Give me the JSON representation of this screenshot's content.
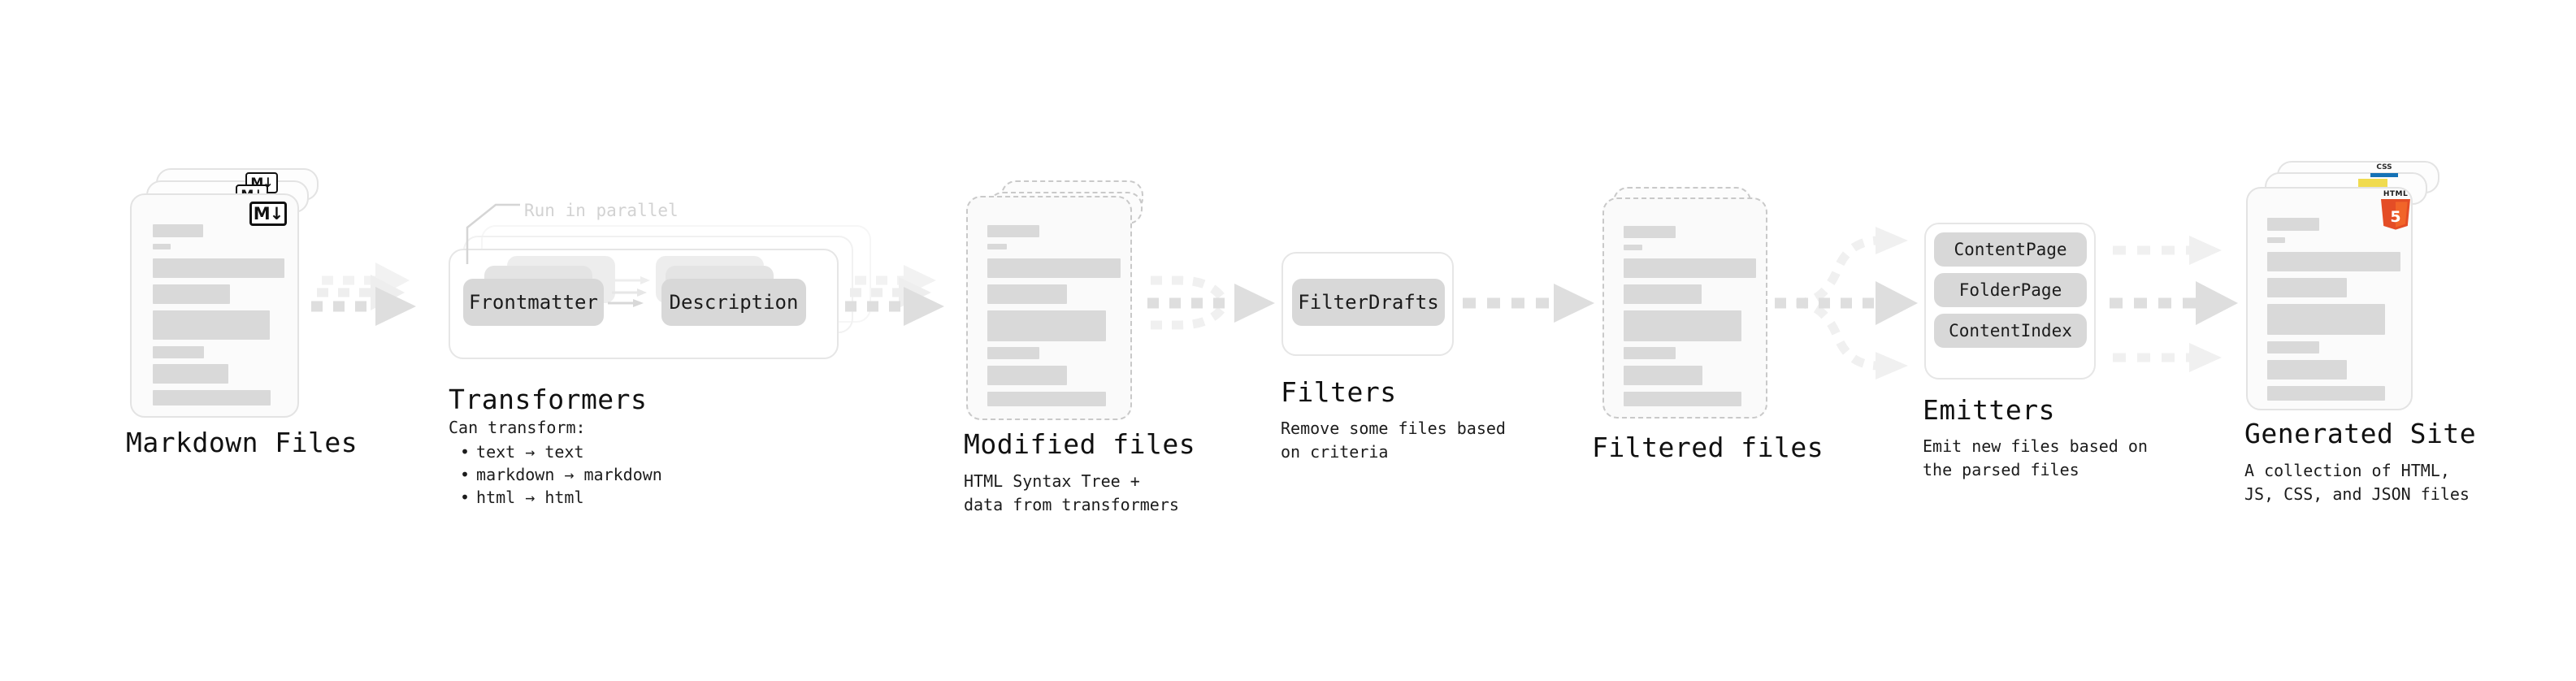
{
  "diagram": {
    "title_font_note": "monospace",
    "stages": [
      {
        "id": "markdown-files",
        "title": "Markdown Files",
        "subtitle": "",
        "badge": "M↓",
        "badge_name": "markdown-badge"
      },
      {
        "id": "transformers",
        "title": "Transformers",
        "subtitle": "Can transform:",
        "note": "Run in parallel",
        "chips": [
          "Frontmatter",
          "Description"
        ],
        "bullets": [
          "text → text",
          "markdown → markdown",
          "html → html"
        ]
      },
      {
        "id": "modified-files",
        "title": "Modified files",
        "subtitle": "HTML Syntax Tree +\ndata from transformers"
      },
      {
        "id": "filters",
        "title": "Filters",
        "subtitle": "Remove some files based\non criteria",
        "chips": [
          "FilterDrafts"
        ]
      },
      {
        "id": "filtered-files",
        "title": "Filtered files",
        "subtitle": ""
      },
      {
        "id": "emitters",
        "title": "Emitters",
        "subtitle": "Emit new files based on\nthe parsed files",
        "chips": [
          "ContentPage",
          "FolderPage",
          "ContentIndex"
        ]
      },
      {
        "id": "generated-site",
        "title": "Generated Site",
        "subtitle": "A collection of HTML,\nJS, CSS, and JSON files",
        "badges": [
          "HTML5",
          "JS",
          "CSS"
        ]
      }
    ],
    "colors": {
      "background": "#ffffff",
      "card_fill": "#fbfbfb",
      "card_border": "#e3e3e3",
      "dashed_border": "#c9c9c9",
      "bar_fill": "#d9d9d9",
      "chip_fill": "#d8d8d8",
      "arrow_fill": "#dedede",
      "text": "#111111",
      "muted_text": "#d2d2d2",
      "html5_orange": "#e44d26",
      "html5_orange_light": "#f16529",
      "js_yellow": "#f0db4f",
      "css_blue": "#1572b6"
    },
    "css_badge_label": "CSS",
    "html5_badge_label": "HTML",
    "html5_badge_digit": "5"
  }
}
